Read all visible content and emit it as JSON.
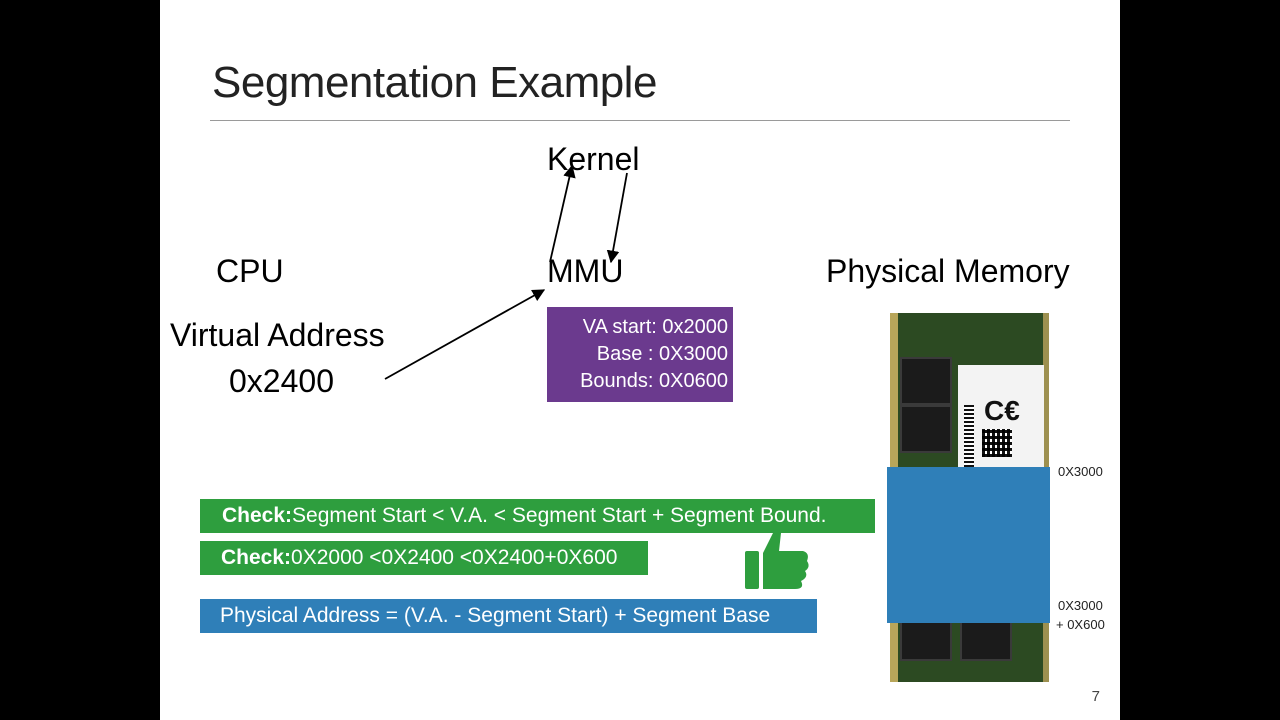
{
  "slide": {
    "title": "Segmentation Example",
    "page_number": "7"
  },
  "labels": {
    "kernel": "Kernel",
    "cpu": "CPU",
    "mmu": "MMU",
    "physical_memory": "Physical Memory",
    "virtual_address_label": "Virtual Address",
    "virtual_address_value": "0x2400"
  },
  "mmu_box": {
    "va_start": "VA start: 0x2000",
    "base": "Base : 0X3000",
    "bounds": "Bounds: 0X0600"
  },
  "checks": {
    "check1_prefix": "Check:",
    "check1_text": "Segment Start < V.A. < Segment Start + Segment Bound.",
    "check2_prefix": "Check:",
    "check2_text": "0X2000 <0X2400 <0X2400+0X600",
    "formula": "Physical Address = (V.A. - Segment Start) + Segment Base"
  },
  "memory_labels": {
    "segment_start": "0X3000",
    "segment_end_line1": "0X3000",
    "segment_end_line2": "+ 0X600"
  },
  "colors": {
    "mmu_box": "#6b3a8e",
    "check_bar": "#2e9e3e",
    "formula_bar": "#2f7fb8",
    "memory_segment": "#2f7fb8"
  },
  "icons": [
    "thumbs-up-icon",
    "memory-module-photo"
  ]
}
